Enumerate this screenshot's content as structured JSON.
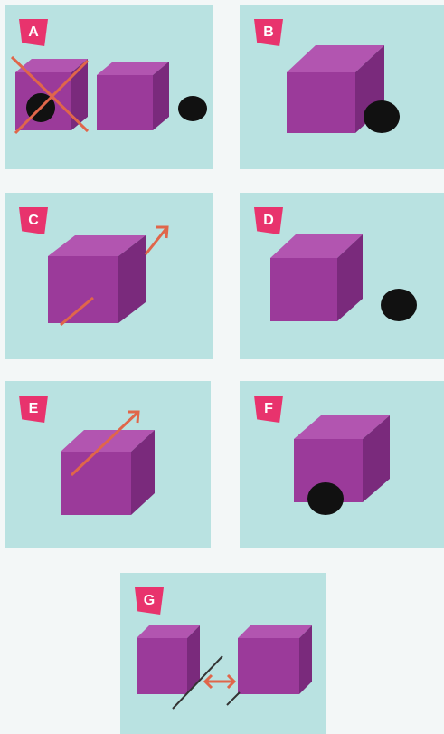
{
  "panels": [
    {
      "label": "A"
    },
    {
      "label": "B"
    },
    {
      "label": "C"
    },
    {
      "label": "D"
    },
    {
      "label": "E"
    },
    {
      "label": "F"
    },
    {
      "label": "G"
    }
  ],
  "colors": {
    "panel_background": "#b9e2e1",
    "badge": "#e8336d",
    "cube_front": "#9b3a9a",
    "cube_top": "#b255b0",
    "cube_side": "#7a2a7c",
    "ball": "#111111",
    "arrow": "#e0664a"
  }
}
